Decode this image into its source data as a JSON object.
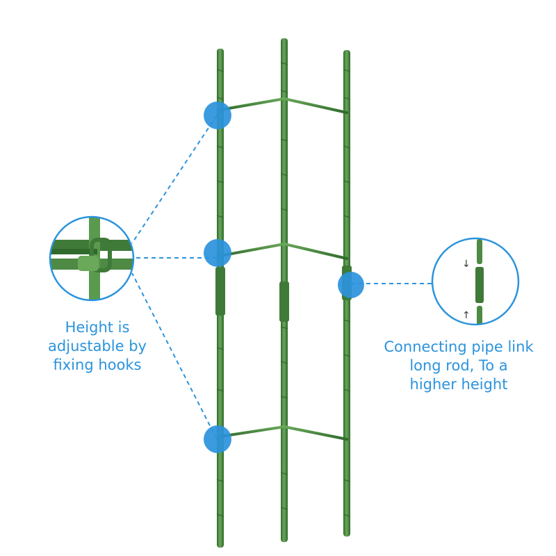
{
  "captions": {
    "left": [
      "Height is",
      "adjustable by",
      "fixing hooks"
    ],
    "right": [
      "Connecting pipe link",
      "long rod, To a",
      "higher height"
    ]
  },
  "colors": {
    "accent_blue": "#2b93dc",
    "stake_green": "#4f8a44",
    "stake_dark": "#2f6a2c",
    "background": "#ffffff"
  },
  "icons": {
    "detail_arrows": [
      "↓",
      "↑"
    ]
  }
}
